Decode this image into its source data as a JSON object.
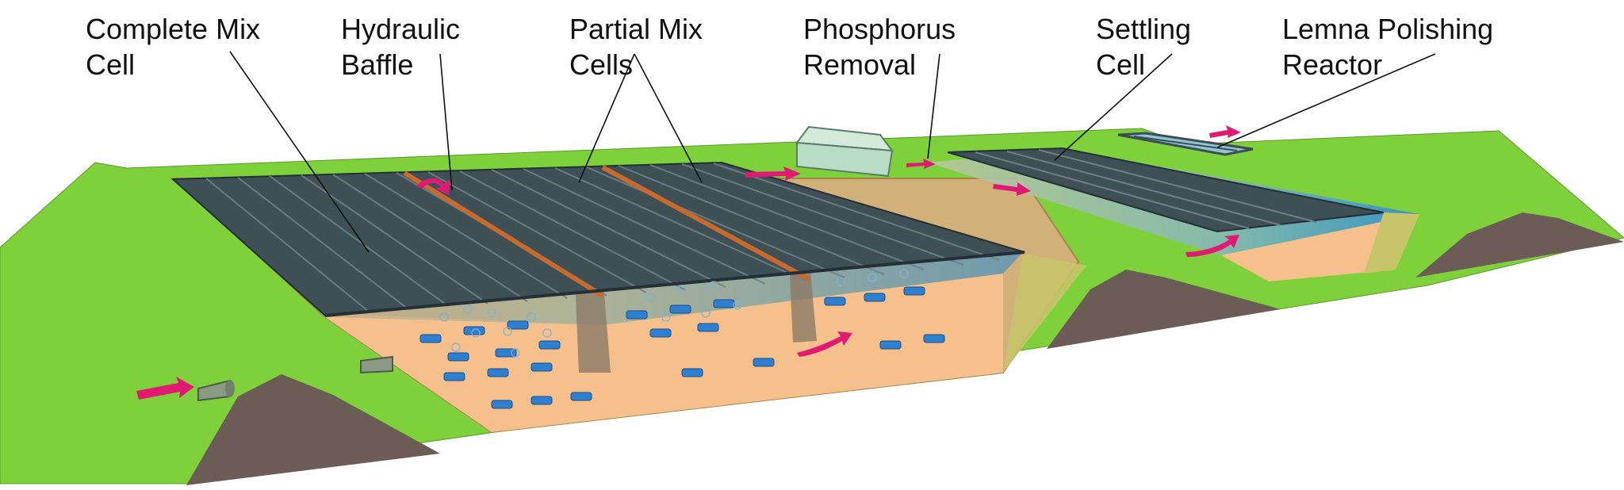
{
  "labels": [
    {
      "id": "complete-mix",
      "line1": "Complete Mix",
      "line2": "Cell"
    },
    {
      "id": "hydraulic-baffle",
      "line1": "Hydraulic",
      "line2": "Baffle"
    },
    {
      "id": "partial-mix",
      "line1": "Partial Mix",
      "line2": "Cells"
    },
    {
      "id": "phosphorus",
      "line1": "Phosphorus",
      "line2": "Removal"
    },
    {
      "id": "settling",
      "line1": "Settling",
      "line2": "Cell"
    },
    {
      "id": "lemna",
      "line1": "Lemna Polishing",
      "line2": "Reactor"
    }
  ],
  "colors": {
    "ground": "#7ed13a",
    "berm": "#6b5d55",
    "cover": "#3e4f55",
    "water": "#8fb4a8",
    "floor": "#f6c08c",
    "flow_arrow": "#e01a73",
    "aerator": "#2e7fd0",
    "baffle": "#c86a2e",
    "building": "#b9dcc4"
  }
}
